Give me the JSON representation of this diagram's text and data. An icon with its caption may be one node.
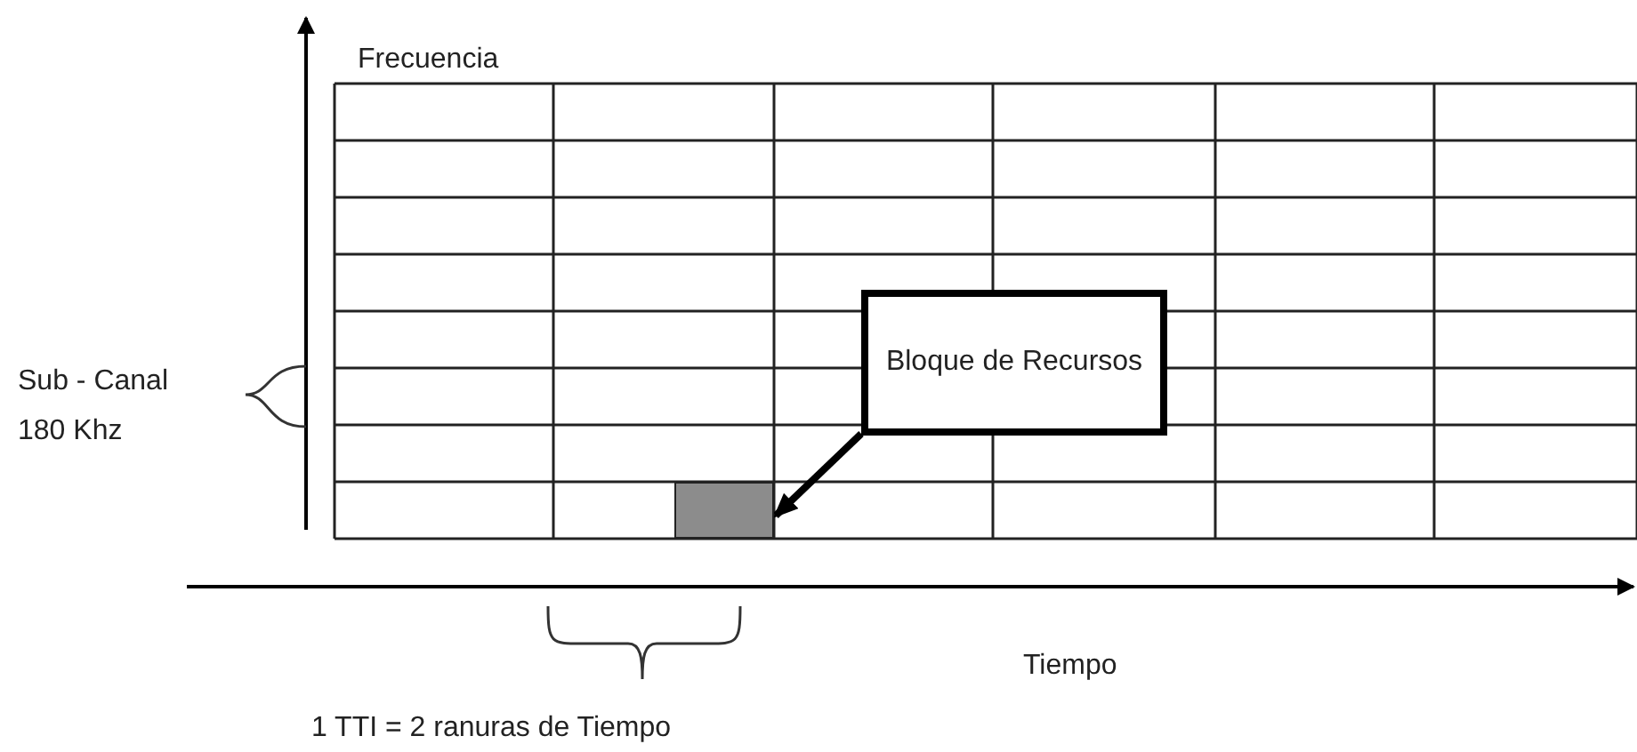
{
  "diagram": {
    "nodes": [
      {
        "text": [
          "Bloque de Recursos"
        ]
      },
      {
        "text": [],
        "shape": "box"
      }
    ],
    "edges": [
      {
        "from": 0,
        "to": 1,
        "arrow": "to"
      }
    ],
    "labels": [
      "Frecuencia",
      "Sub - Canal 180 Khz",
      "Tiempo",
      "1 TTI = 2 ranuras de Tiempo"
    ]
  }
}
